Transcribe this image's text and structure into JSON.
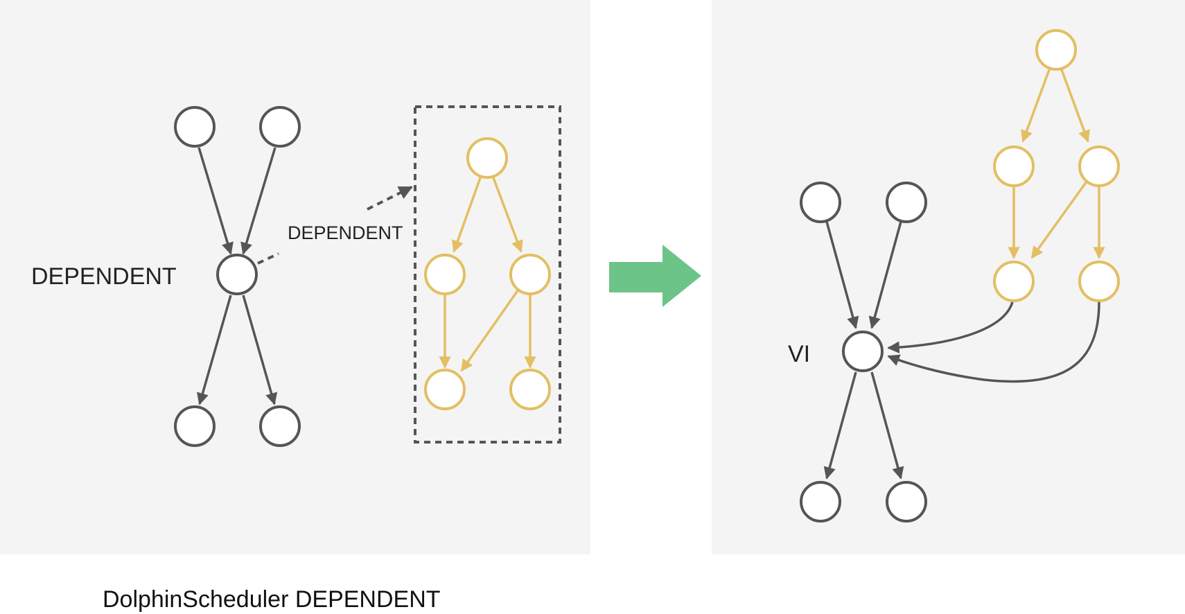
{
  "left_diagram": {
    "node_label": "DEPENDENT",
    "edge_label": "DEPENDENT"
  },
  "right_diagram": {
    "node_label": "VI"
  },
  "captions": {
    "left": "DolphinScheduler DEPENDENT",
    "right": ""
  },
  "colors": {
    "dark_node": "#555555",
    "gold_node": "#e3bf62",
    "arrow": "#6cc488",
    "panel_bg": "#f4f4f4"
  }
}
